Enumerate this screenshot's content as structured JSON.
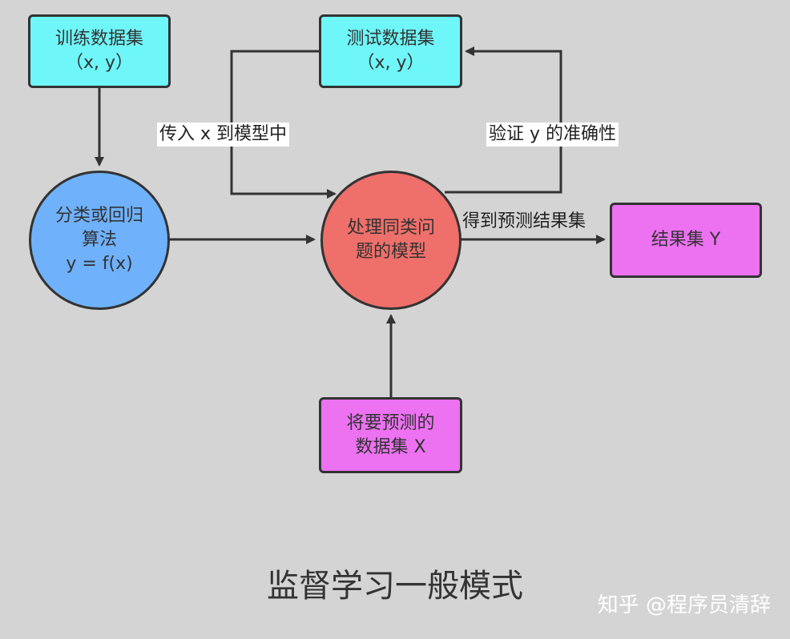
{
  "colors": {
    "background": "#d4d4d4",
    "cyan_box": "#6ff6f8",
    "blue_circle": "#6fb2fb",
    "red_circle": "#ef6f6a",
    "magenta_box": "#ec72f1",
    "stroke": "#333333"
  },
  "nodes": {
    "train": {
      "line1": "训练数据集",
      "line2": "（x, y）"
    },
    "test": {
      "line1": "测试数据集",
      "line2": "（x, y）"
    },
    "algorithm": {
      "line1": "分类或回归",
      "line2": "算法",
      "line3": "y = f(x)"
    },
    "model": {
      "line1": "处理同类问",
      "line2": "题的模型"
    },
    "result": {
      "line1": "结果集 Y"
    },
    "predict": {
      "line1": "将要预测的",
      "line2": "数据集 X"
    }
  },
  "edges": {
    "pass_x": "传入 x 到模型中",
    "verify_y": "验证 y 的准确性",
    "get_result": "得到预测结果集"
  },
  "title": "监督学习一般模式",
  "watermark": "知乎 @程序员清辞"
}
